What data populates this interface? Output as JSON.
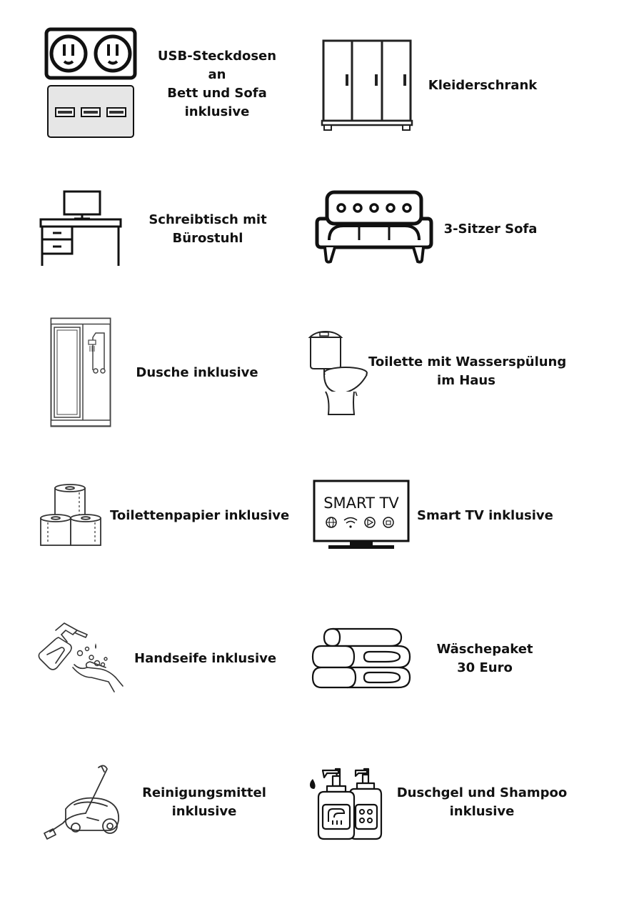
{
  "items": [
    {
      "id": "usb",
      "lines": [
        "USB-Steckdosen",
        "an",
        "Bett und Sofa",
        "inklusive"
      ]
    },
    {
      "id": "wardrobe",
      "lines": [
        "Kleiderschrank"
      ]
    },
    {
      "id": "desk",
      "lines": [
        "Schreibtisch mit",
        "Bürostuhl"
      ]
    },
    {
      "id": "sofa",
      "lines": [
        "3-Sitzer Sofa"
      ]
    },
    {
      "id": "shower",
      "lines": [
        "Dusche inklusive"
      ]
    },
    {
      "id": "toilet",
      "lines": [
        "Toilette mit Wasserspülung",
        "im Haus"
      ]
    },
    {
      "id": "toiletpaper",
      "lines": [
        "Toilettenpapier inklusive"
      ]
    },
    {
      "id": "smarttv",
      "lines": [
        "Smart TV inklusive"
      ],
      "screen_text": "SMART TV"
    },
    {
      "id": "handsoap",
      "lines": [
        "Handseife inklusive"
      ]
    },
    {
      "id": "linen",
      "lines": [
        "Wäschepaket",
        "30 Euro"
      ]
    },
    {
      "id": "cleaning",
      "lines": [
        "Reinigungsmittel",
        "inklusive"
      ]
    },
    {
      "id": "showergel",
      "lines": [
        "Duschgel und Shampoo",
        "inklusive"
      ]
    }
  ]
}
